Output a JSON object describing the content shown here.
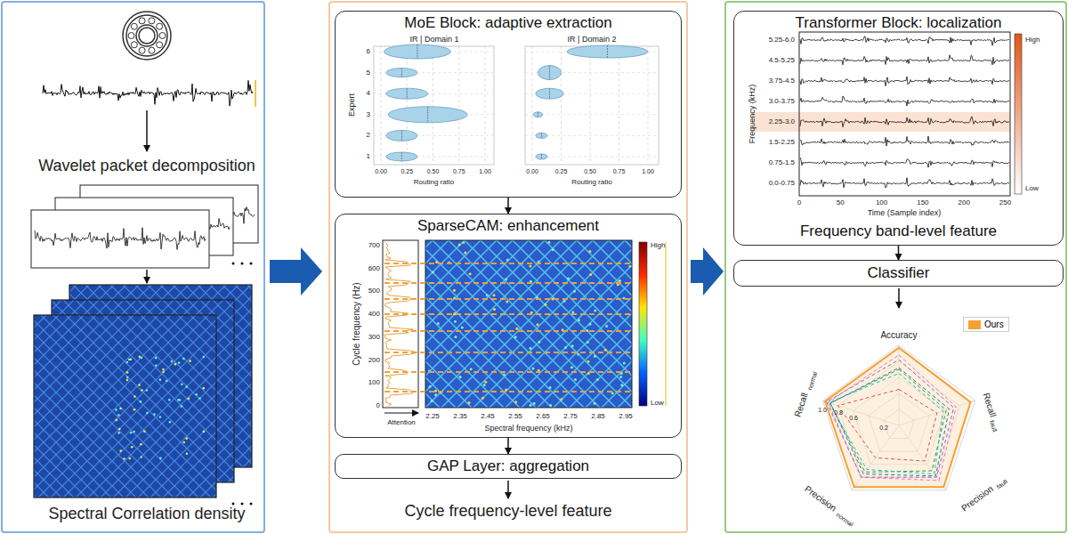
{
  "diagram": {
    "nodes": [
      {
        "text": [
          "MoE Block: adaptive extraction"
        ]
      },
      {
        "text": [
          "SparseCAM: enhancement"
        ]
      },
      {
        "text": [
          "GAP Layer: aggregation"
        ]
      },
      {
        "text": [
          "Transformer Block: localization",
          "Frequency band-level feature"
        ]
      },
      {
        "text": [
          "Classifier"
        ]
      }
    ],
    "edges": [
      {
        "from": 0,
        "to": 1,
        "arrow": "to"
      },
      {
        "from": 1,
        "to": 2,
        "arrow": "to"
      },
      {
        "from": 3,
        "to": 4,
        "arrow": "to"
      }
    ],
    "labels": [
      "Wavelet packet decomposition",
      "Spectral Correlation density",
      "IR | Domain 1",
      "IR | Domain 2",
      "Expert",
      "6",
      "5",
      "4",
      "3",
      "2",
      "1",
      "0.00",
      "0.25",
      "0.50",
      "0.75",
      "1.00",
      "Routing ratio",
      "0.00",
      "0.25",
      "0.50",
      "0.75",
      "1.00",
      "Routing ratio",
      "700",
      "600",
      "500",
      "400",
      "300",
      "200",
      "100",
      "0",
      "Cycle frequency (Hz)",
      "Attention",
      "2.25",
      "2.35",
      "2.45",
      "2.55",
      "2.65",
      "2.75",
      "2.85",
      "2.95",
      "Spectral frequency (kHz)",
      "High",
      "Low",
      "Cycle frequency-level feature",
      "5.25-6.0",
      "4.5-5.25",
      "3.75-4.5",
      "3.0-3.75",
      "2.25-3.0",
      "1.5-2.25",
      "0.75-1.5",
      "0.0-0.75",
      "Frequency (kHz)",
      "0",
      "50",
      "100",
      "150",
      "200",
      "250",
      "Time (Sample index)",
      "High",
      "Low",
      "Accuracy",
      "Recall",
      "fault",
      "Precision",
      "fault",
      "Precision",
      "normal",
      "Recall",
      "normal",
      "0.2",
      "0.6",
      "0.8",
      "1.0"
    ],
    "legend": [
      {
        "text": "Ours",
        "color": "#f5a033"
      }
    ]
  }
}
